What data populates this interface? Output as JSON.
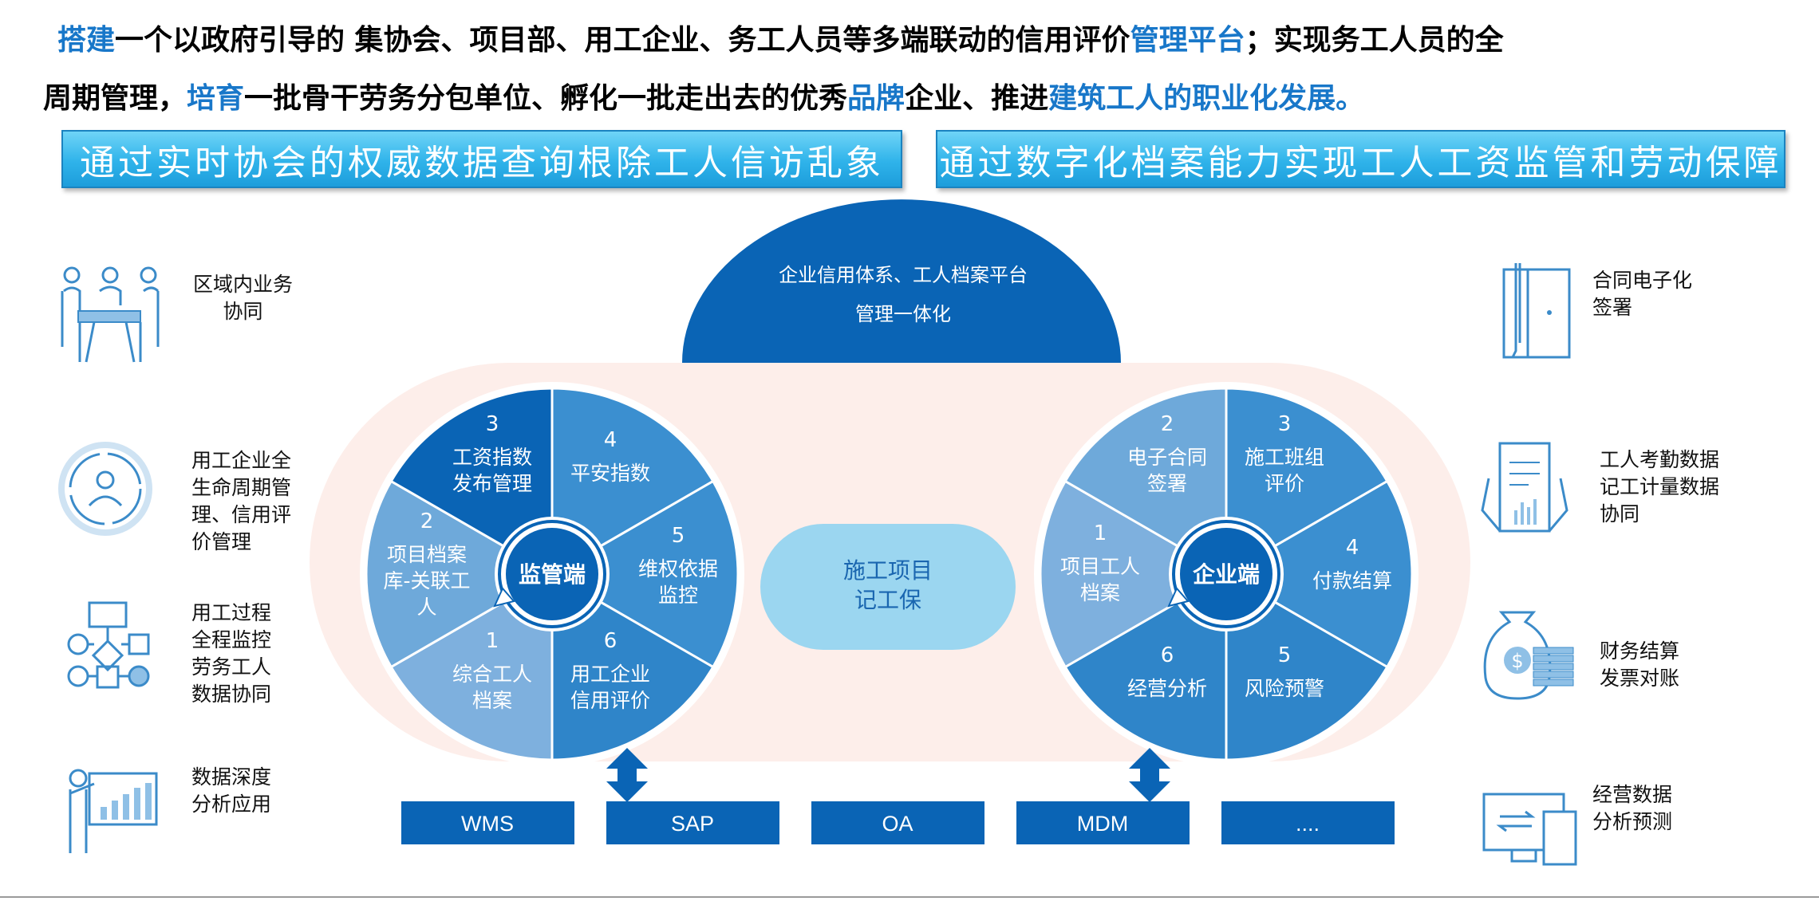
{
  "intro": {
    "line1": [
      {
        "text": "搭建",
        "hl": true
      },
      {
        "text": "一个以政府引导的 集协会、项目部、用工企业、务工人员等多端联动的信用评价",
        "hl": false
      },
      {
        "text": "管理平台",
        "hl": true
      },
      {
        "text": "；实现务工人员的全",
        "hl": false
      }
    ],
    "line2": [
      {
        "text": "周期管理，",
        "hl": false
      },
      {
        "text": "培育",
        "hl": true
      },
      {
        "text": "一批骨干劳务分包单位、孵化一批走出去的优秀",
        "hl": false
      },
      {
        "text": "品牌",
        "hl": true
      },
      {
        "text": "企业、推进",
        "hl": false
      },
      {
        "text": "建筑工人的职业化发展。",
        "hl": true
      }
    ]
  },
  "banners": {
    "left": "通过实时协会的权威数据查询根除工人信访乱象",
    "right": "通过数字化档案能力实现工人工资监管和劳动保障"
  },
  "dome": {
    "line1": "企业信用体系、工人档案平台",
    "line2": "管理一体化"
  },
  "center_pill": {
    "line1": "施工项目",
    "line2": "记工保"
  },
  "left_wheel": {
    "hub": "监管端",
    "segments": [
      {
        "num": "1",
        "lines": [
          "综合工人",
          "档案"
        ]
      },
      {
        "num": "2",
        "lines": [
          "项目档案",
          "库-关联工",
          "人"
        ]
      },
      {
        "num": "3",
        "lines": [
          "工资指数",
          "发布管理"
        ]
      },
      {
        "num": "4",
        "lines": [
          "平安指数"
        ]
      },
      {
        "num": "5",
        "lines": [
          "维权依据",
          "监控"
        ]
      },
      {
        "num": "6",
        "lines": [
          "用工企业",
          "信用评价"
        ]
      }
    ]
  },
  "right_wheel": {
    "hub": "企业端",
    "segments": [
      {
        "num": "1",
        "lines": [
          "项目工人",
          "档案"
        ]
      },
      {
        "num": "2",
        "lines": [
          "电子合同",
          "签署"
        ]
      },
      {
        "num": "3",
        "lines": [
          "施工班组",
          "评价"
        ]
      },
      {
        "num": "4",
        "lines": [
          "付款结算"
        ]
      },
      {
        "num": "5",
        "lines": [
          "风险预警"
        ]
      },
      {
        "num": "6",
        "lines": [
          "经营分析"
        ]
      }
    ]
  },
  "systems": [
    "WMS",
    "SAP",
    "OA",
    "MDM",
    "...."
  ],
  "left_features": [
    {
      "icon": "meeting-people-icon",
      "lines": [
        "区域内业务",
        "协同"
      ]
    },
    {
      "icon": "user-lifecycle-icon",
      "lines": [
        "用工企业全",
        "生命周期管",
        "理、信用评",
        "价管理"
      ]
    },
    {
      "icon": "process-flow-icon",
      "lines": [
        "用工过程",
        "全程监控",
        "劳务工人",
        "数据协同"
      ]
    },
    {
      "icon": "presentation-chart-icon",
      "lines": [
        "数据深度",
        "分析应用"
      ]
    }
  ],
  "right_features": [
    {
      "icon": "contract-pen-icon",
      "lines": [
        "合同电子化",
        "签署"
      ]
    },
    {
      "icon": "attendance-tablet-icon",
      "lines": [
        "工人考勤数据",
        "记工计量数据",
        "协同"
      ]
    },
    {
      "icon": "money-bag-icon",
      "lines": [
        "财务结算",
        "发票对账"
      ]
    },
    {
      "icon": "devices-sync-icon",
      "lines": [
        "经营数据",
        "分析预测"
      ]
    }
  ],
  "colors": {
    "dark": "#0a64b5",
    "mid": "#3b8fd0",
    "light": "#6ea9da",
    "lighter": "#86b9e3",
    "pill": "#9bd6f0",
    "band": "#fdeeea",
    "accent": "#1877c9",
    "icon": "#3b8bc9"
  }
}
